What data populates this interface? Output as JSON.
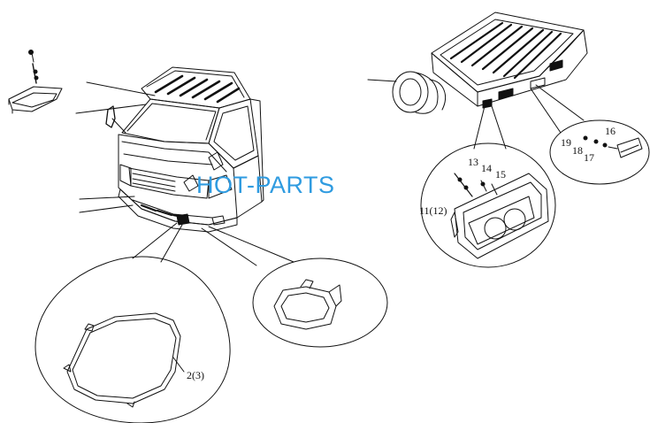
{
  "watermark": {
    "text": "HOT-PARTS",
    "color": "#2f9be0"
  },
  "callouts": {
    "part_2": "2(3)",
    "part_11": "11(12)",
    "part_13": "13",
    "part_14": "14",
    "part_15": "15",
    "part_16": "16",
    "part_17": "17",
    "part_18": "18",
    "part_19": "19"
  },
  "colors": {
    "ink": "#111111",
    "paper": "#ffffff"
  }
}
